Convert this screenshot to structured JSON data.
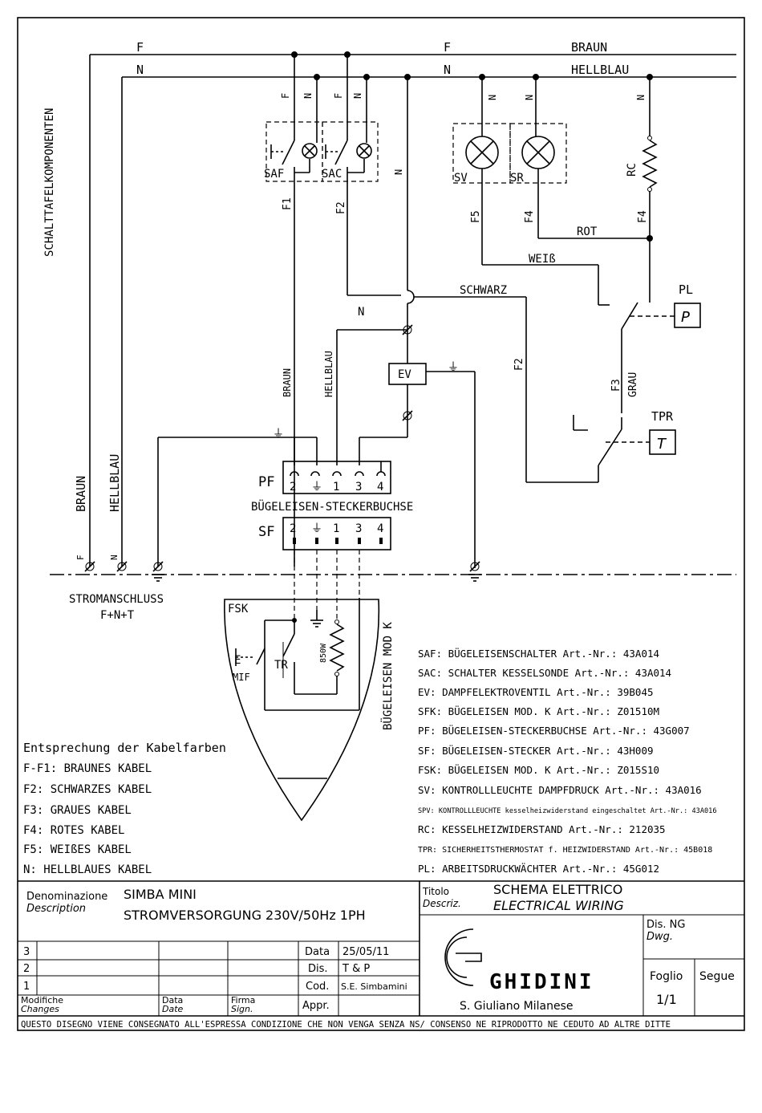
{
  "wires": {
    "f_left": "F",
    "n_left": "N",
    "f_right": "F",
    "n_right": "N",
    "braun_top": "BRAUN",
    "hellblau_top": "HELLBLAU",
    "rot": "ROT",
    "weiss": "WEIß",
    "schwarz": "SCHWARZ",
    "n_mid": "N",
    "f2_right": "F2",
    "f3": "F3",
    "grau": "GRAU",
    "braun_v": "BRAUN",
    "hellblau_v": "HELLBLAU",
    "f1": "F1",
    "f2": "F2",
    "f5": "F5",
    "f4a": "F4",
    "f4b": "F4",
    "n_v1": "N",
    "n_v2": "N",
    "n_v3": "N",
    "n_v4": "N",
    "n_v5": "N",
    "f_v1": "F",
    "f_v2": "F"
  },
  "side_title": "SCHALTTAFELKOMPONENTEN",
  "components": {
    "saf": "SAF",
    "sac": "SAC",
    "sv": "SV",
    "sr": "SR",
    "rc": "RC",
    "pl": "PL",
    "p_symbol": "P",
    "tpr": "TPR",
    "t_symbol": "T",
    "ev": "EV",
    "pf": "PF",
    "sf": "SF",
    "fsk": "FSK",
    "tr": "TR",
    "mif": "MIF",
    "e": "E",
    "w850": "850W",
    "ground": "⏚"
  },
  "pf_pins": [
    "2",
    "⏚",
    "1",
    "3",
    "4"
  ],
  "sf_pins": [
    "2",
    "⏚",
    "1",
    "3",
    "4"
  ],
  "pf_caption": "BÜGELEISEN-STECKERBUCHSE",
  "bugeleisen_mod_k": "BÜGELEISEN MOD K",
  "supply": {
    "braun": "BRAUN",
    "hellblau": "HELLBLAU",
    "f": "F",
    "n": "N",
    "label1": "STROMANSCHLUSS",
    "label2": "F+N+T"
  },
  "legend": [
    "SAF: BÜGELEISENSCHALTER Art.-Nr.: 43A014",
    "SAC: SCHALTER KESSELSONDE Art.-Nr.: 43A014",
    "EV: DAMPFELEKTROVENTIL Art.-Nr.: 39B045",
    "SFK: BÜGELEISEN MOD. K Art.-Nr.: Z01510M",
    "PF: BÜGELEISEN-STECKERBUCHSE Art.-Nr.: 43G007",
    "SF: BÜGELEISEN-STECKER Art.-Nr.: 43H009",
    "FSK: BÜGELEISEN MOD. K Art.-Nr.: Z015S10",
    "SV: KONTROLLLEUCHTE DAMPFDRUCK Art.-Nr.: 43A016",
    "SPV: KONTROLLLEUCHTE kesselheizwiderstand eingeschaltet Art.-Nr.: 43A016",
    "RC: KESSELHEIZWIDERSTAND Art.-Nr.: 212035",
    "TPR: SICHERHEITSTHERMOSTAT f. HEIZWIDERSTAND Art.-Nr.: 45B018",
    "PL: ARBEITSDRUCKWÄCHTER Art.-Nr.: 45G012"
  ],
  "cable_colors": {
    "title": "Entsprechung der Kabelfarben",
    "rows": [
      "F-F1: BRAUNES KABEL",
      "F2: SCHWARZES KABEL",
      "F3: GRAUES KABEL",
      "F4: ROTES KABEL",
      "F5: WEIßES KABEL",
      "N: HELLBLAUES KABEL"
    ]
  },
  "title_block": {
    "denominazione": "Denominazione",
    "description": "Description",
    "name1": "SIMBA MINI",
    "name2": "STROMVERSORGUNG 230V/50Hz 1PH",
    "titolo": "Titolo",
    "descriz": "Descriz.",
    "schema": "SCHEMA ELETTRICO",
    "electrical": "ELECTRICAL WIRING",
    "dis_ng": "Dis. NG",
    "dwg": "Dwg.",
    "foglio": "Foglio",
    "segue": "Segue",
    "foglio_value": "1/1",
    "company": "GHIDINI",
    "location": "S. Giuliano Milanese",
    "rev_numbers": [
      "3",
      "2",
      "1"
    ],
    "data_label": "Data",
    "data_value": "25/05/11",
    "dis_label": "Dis.",
    "dis_value": "T & P",
    "cod_label": "Cod.",
    "cod_value": "S.E. Simbamini",
    "appr_label": "Appr.",
    "modifiche": "Modifiche",
    "changes": "Changes",
    "data2": "Data",
    "date2": "Date",
    "firma": "Firma",
    "sign": "Sign.",
    "footer": "QUESTO DISEGNO VIENE CONSEGNATO ALL'ESPRESSA CONDIZIONE CHE NON VENGA SENZA NS/ CONSENSO NE RIPRODOTTO NE CEDUTO AD ALTRE DITTE"
  }
}
